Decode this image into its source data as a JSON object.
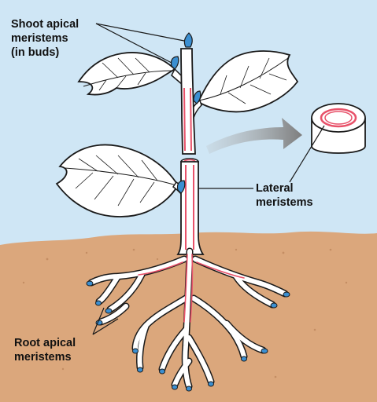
{
  "labels": {
    "shoot": {
      "line1": "Shoot apical",
      "line2": "meristems",
      "line3": "(in buds)"
    },
    "lateral": {
      "line1": "Lateral",
      "line2": "meristems"
    },
    "root": {
      "line1": "Root apical",
      "line2": "meristems"
    }
  },
  "colors": {
    "sky": "#cfe6f5",
    "soil": "#dba77c",
    "plant": "#ffffff",
    "outline": "#1a1a1a",
    "meristem_tissue": "#e8526a",
    "bud_tip": "#3b8fd1",
    "arrow": "#8a8a8a"
  }
}
